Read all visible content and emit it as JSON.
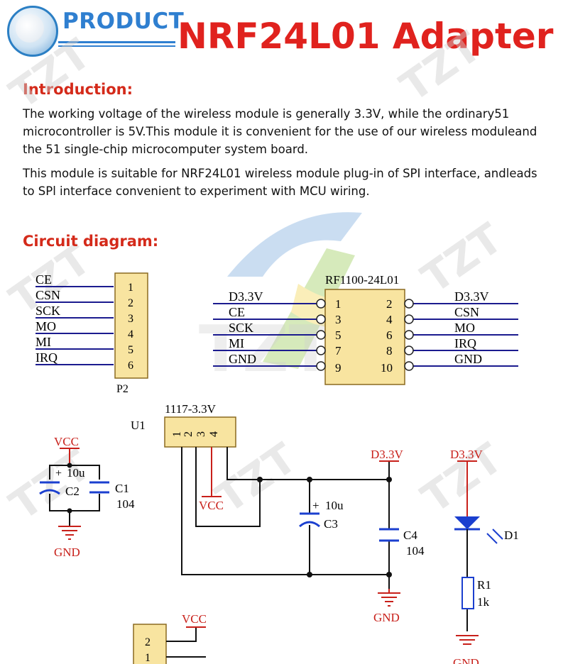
{
  "header": {
    "product_label": "PRODUCT",
    "title": "NRF24L01 Adapter"
  },
  "introduction": {
    "heading": "Introduction:",
    "paragraphs": [
      "The working voltage of the wireless module is generally 3.3V, while the ordinary51 microcontroller is 5V.This module it is convenient for the use of our wireless moduleand the 51 single-chip microcomputer system board.",
      "This module is suitable for NRF24L01 wireless module plug-in of SPI interface, andleads to SPl interface convenient to experiment with MCU wiring."
    ]
  },
  "circuit": {
    "heading": "Circuit diagram:",
    "p2": {
      "name": "P2",
      "signals": [
        "CE",
        "CSN",
        "SCK",
        "MO",
        "MI",
        "IRQ"
      ],
      "pins": [
        "1",
        "2",
        "3",
        "4",
        "5",
        "6"
      ]
    },
    "rf": {
      "name": "RF1100-24L01",
      "left_signals": [
        "D3.3V",
        "CE",
        "SCK",
        "MI",
        "GND"
      ],
      "left_pins": [
        "1",
        "3",
        "5",
        "7",
        "9"
      ],
      "right_pins": [
        "2",
        "4",
        "6",
        "8",
        "10"
      ],
      "right_signals": [
        "D3.3V",
        "CSN",
        "MO",
        "IRQ",
        "GND"
      ]
    },
    "regulator": {
      "designator": "U1",
      "part": "1117-3.3V",
      "pins": [
        "1",
        "2",
        "3",
        "4"
      ]
    },
    "labels": {
      "vcc": "VCC",
      "gnd": "GND",
      "d33v": "D3.3V",
      "c1": "C1",
      "c1_val": "104",
      "c2": "C2",
      "c2_val": "10u",
      "c3": "C3",
      "c3_val": "10u",
      "c4": "C4",
      "c4_val": "104",
      "d1": "D1",
      "r1": "R1",
      "r1_val": "1k",
      "plus": "+"
    },
    "header_bottom": {
      "pins": [
        "2",
        "1"
      ],
      "vcc": "VCC"
    }
  },
  "watermark": {
    "text": "TZT"
  },
  "colors": {
    "title_red": "#e0221e",
    "heading_red": "#d42a1a",
    "product_blue": "#2f7fd0",
    "wire_blue": "#1b1b8f",
    "part_yellow": "#f8e4a0",
    "power_red": "#c8201a"
  }
}
